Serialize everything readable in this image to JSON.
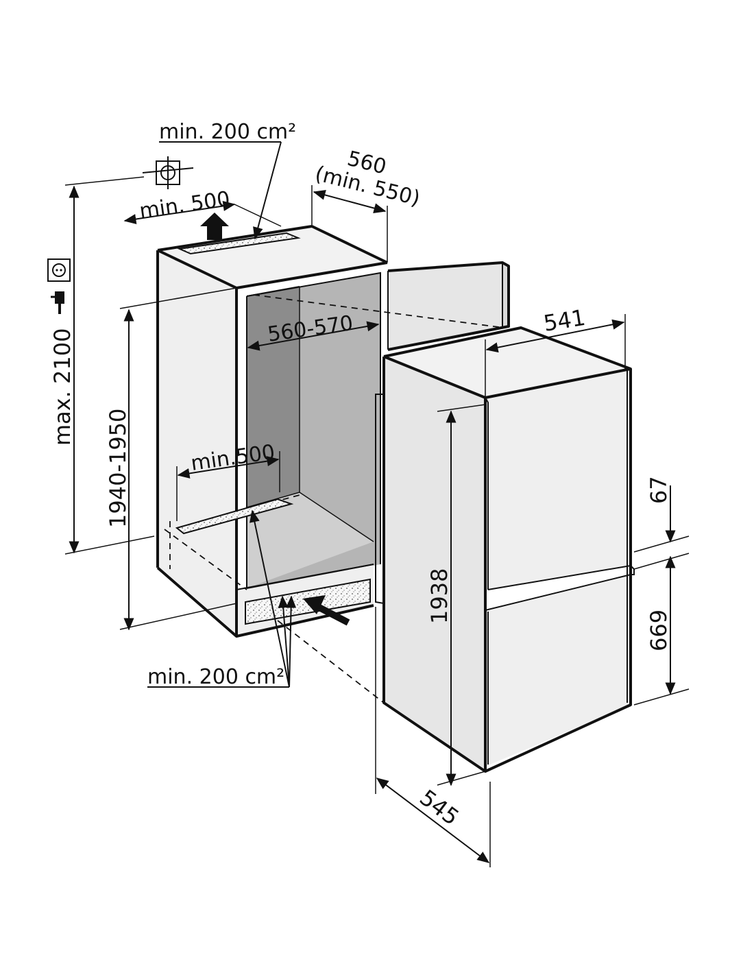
{
  "labels": {
    "vent_top": "min. 200 cm²",
    "vent_bottom": "min. 200 cm²",
    "depth_top_line1": "560",
    "depth_top_line2": "(min. 550)",
    "depth_top_clearance": "min. 500",
    "depth_floor_clearance": "min.500",
    "niche_width": "560-570",
    "appliance_width": "541",
    "appliance_depth": "545",
    "max_height": "max. 2100",
    "niche_height": "1940-1950",
    "appliance_height": "1938",
    "gap_height": "67",
    "freezer_height": "669"
  },
  "icons": [
    "vent-crosshair-icon",
    "power-socket-icon",
    "power-plug-icon",
    "airflow-arrow-icon"
  ]
}
